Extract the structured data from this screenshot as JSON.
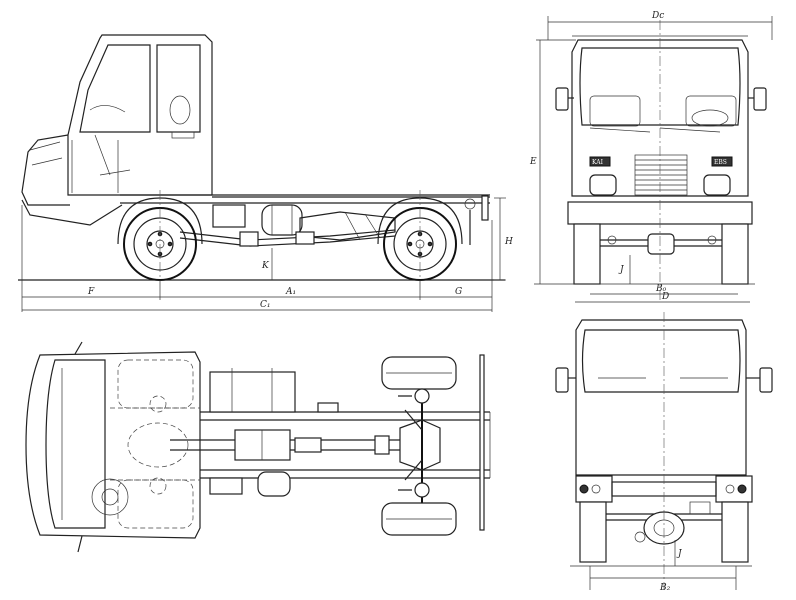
{
  "dimensions": {
    "side": {
      "F": "F",
      "A1": "A₁",
      "G": "G",
      "C1": "C₁",
      "H": "H",
      "K": "K"
    },
    "front": {
      "Dc": "Dc",
      "D": "D",
      "E": "E",
      "B0": "B₀",
      "J": "J"
    },
    "rear": {
      "B2": "B₂",
      "J": "J"
    }
  },
  "badges": {
    "left": "KAI",
    "right": "EBS"
  },
  "colors": {
    "line": "#222222",
    "background": "#ffffff"
  }
}
